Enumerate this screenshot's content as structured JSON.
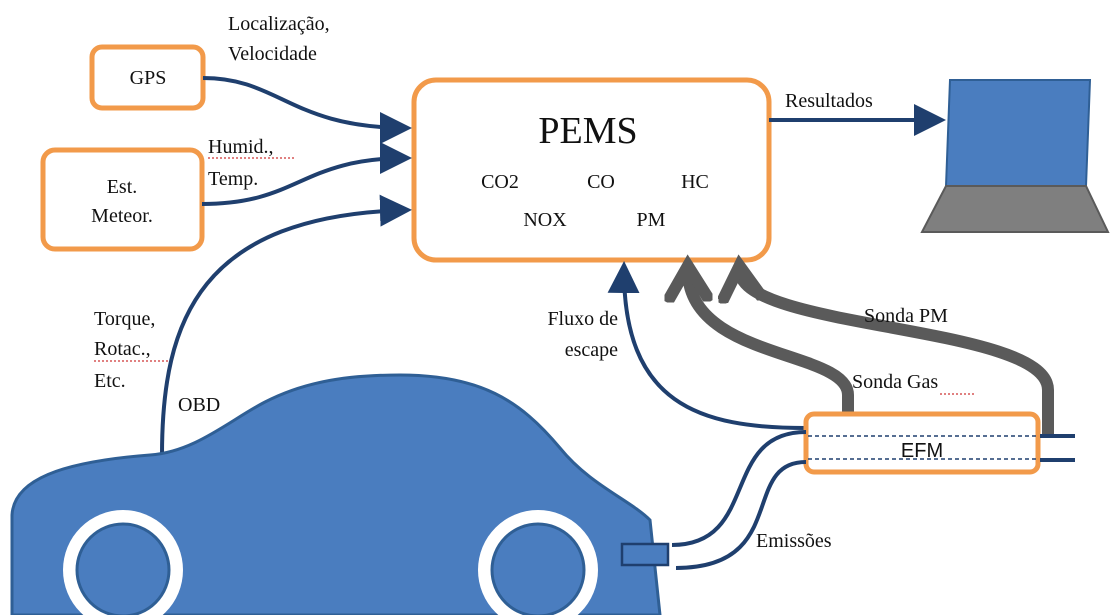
{
  "diagram": {
    "nodes": {
      "gps": {
        "label": "GPS"
      },
      "meteo": {
        "lines": [
          "Est.",
          "Meteor."
        ]
      },
      "pems": {
        "title": "PEMS",
        "row1": [
          "CO2",
          "CO",
          "HC"
        ],
        "row2": [
          "NOX",
          "PM"
        ]
      },
      "efm": {
        "label": "EFM"
      }
    },
    "edges": {
      "gps_in": [
        "Localização,",
        "Velocidade"
      ],
      "meteo_in": [
        "Humid.,",
        "Temp."
      ],
      "obd_in": [
        "Torque,",
        "Rotac.,",
        "Etc."
      ],
      "obd": "OBD",
      "results": "Resultados",
      "exhaust_flow": [
        "Fluxo de",
        "escape"
      ],
      "probe_pm": "Sonda PM",
      "probe_gas": "Sonda Gas",
      "emissions": "Emissões"
    },
    "colors": {
      "box_border": "#F29A4A",
      "arrow": "#1F3F6E",
      "probe": "#5A5A5A",
      "car": "#4A7DBF",
      "laptop_screen": "#4A7DBF",
      "laptop_base": "#7F7F7F"
    }
  }
}
